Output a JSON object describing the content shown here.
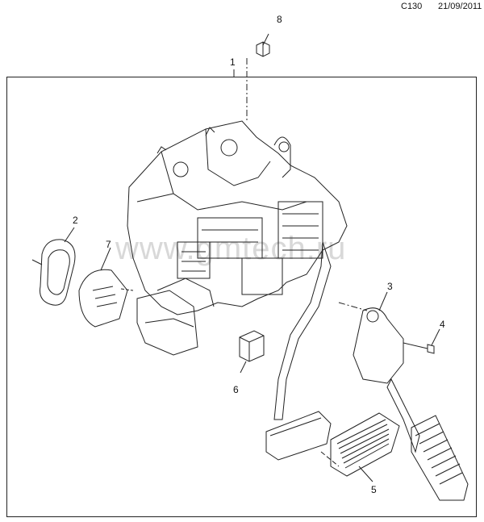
{
  "header": {
    "code": "C130",
    "date": "21/09/2011"
  },
  "watermark": "www.gmtech.ru",
  "callouts": [
    "1",
    "2",
    "3",
    "4",
    "5",
    "6",
    "7",
    "8"
  ]
}
